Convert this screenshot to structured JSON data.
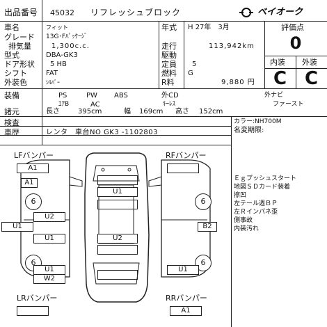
{
  "header": {
    "lot_label": "出品番号",
    "lot_number": "45032",
    "title": "リフレッシュブロック",
    "brand": "ベイオーク"
  },
  "specs": [
    {
      "label": "車名",
      "value": "フィット"
    },
    {
      "label": "グレード",
      "value": "13G･Fﾊﾟｯｹｰｼﾞ"
    },
    {
      "label": "排気量",
      "value": "1,300c.c."
    },
    {
      "label": "型式",
      "value": "DBA-GK3"
    },
    {
      "label": "ドア形状",
      "value": "5 HB"
    },
    {
      "label": "シフト",
      "value": "FAT"
    },
    {
      "label": "外装色",
      "value": "ｼﾙﾊﾞｰ"
    }
  ],
  "mid": {
    "year_label": "年式",
    "year_value": "H 27年　3月",
    "mileage_label": "走行",
    "mileage_value": "113,942km",
    "drive_label": "駆動",
    "drive_value": "",
    "capacity_label": "定員",
    "capacity_value": "5",
    "fuel_label": "燃料",
    "fuel_value": "G",
    "r_label": "R料",
    "r_value": "9,880 円"
  },
  "grades": {
    "score_label": "評価点",
    "score_value": "0",
    "interior_label": "内装",
    "exterior_label": "外装",
    "interior_value": "C",
    "exterior_value": "C"
  },
  "equipment": {
    "label": "装備",
    "row1": [
      "PS",
      "PW",
      "ABS",
      "外CD",
      "外ナビ"
    ],
    "row2": [
      "ｴｱB",
      "AC",
      "ｷｰﾚｽ",
      "ファースト"
    ]
  },
  "dimensions": {
    "label": "諸元",
    "length_label": "長さ",
    "length_value": "395cm",
    "width_label": "幅",
    "width_value": "169cm",
    "height_label": "高さ",
    "height_value": "152cm"
  },
  "inspection": {
    "label": "検査",
    "value": ""
  },
  "history": {
    "label": "車歴",
    "value": "レンタ　車台NO GK3 -1102803"
  },
  "color_info": {
    "color_line": "カラー:NH700M",
    "rename_line": "名変期限:"
  },
  "diagram": {
    "lf_label": "LFバンパー",
    "rf_label": "RFバンパー",
    "lr_label": "LRバンパー",
    "rr_label": "RRバンパー",
    "marks": [
      "A1",
      "A1",
      "U1",
      "6",
      "6",
      "U2",
      "U1",
      "B2",
      "U1",
      "U2",
      "6",
      "6",
      "U1",
      "W2",
      "U1",
      "A1"
    ]
  },
  "notes": [
    "Ｅｇプッシュスタート",
    "地図ＳＤカード装着",
    "擦凹",
    "左テール週ＢＰ",
    "左Ｒインパネ歪",
    "側事故",
    "内装汚れ"
  ]
}
